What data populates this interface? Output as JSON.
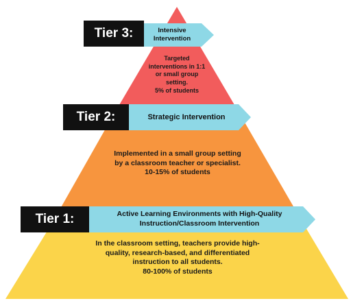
{
  "colors": {
    "tier3_fill": "#F25C5C",
    "tier2_fill": "#F7953E",
    "tier1_fill": "#FBD44A",
    "banner_fill": "#8ED8E6",
    "label_fill": "#111111"
  },
  "tiers": {
    "tier3": {
      "label": "Tier 3:",
      "banner": [
        "Intensive",
        "Intervention"
      ],
      "description": [
        "Targeted",
        "interventions in 1:1",
        "or small group",
        "setting.",
        "5% of students"
      ]
    },
    "tier2": {
      "label": "Tier 2:",
      "banner": [
        "Strategic Intervention"
      ],
      "description": [
        "Implemented in a small group setting",
        "by a classroom teacher or specialist.",
        "10-15% of students"
      ]
    },
    "tier1": {
      "label": "Tier 1:",
      "banner": [
        "Active Learning Environments with High-Quality",
        "Instruction/Classroom Intervention"
      ],
      "description": [
        "In the classroom setting, teachers provide high-",
        "quality, research-based, and differentiated",
        "instruction to all students.",
        "80-100% of students"
      ]
    }
  }
}
